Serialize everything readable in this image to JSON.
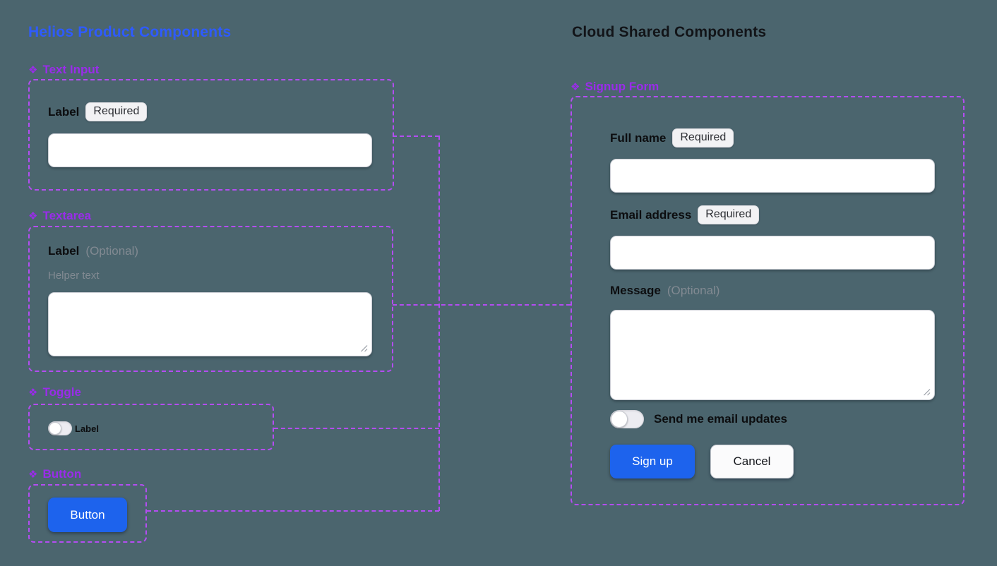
{
  "colors": {
    "page_bg": "#4b656e",
    "helios_title": "#2e5bff",
    "cloud_title": "#121418",
    "component_tag": "#9a2cea",
    "dashed_line": "#b44df2",
    "label_text": "#0c0d0f",
    "muted_text": "#828a92",
    "badge_bg": "#f2f2f4",
    "badge_text": "#2c2e33",
    "input_border": "#c9ccd3",
    "primary_button_bg": "#1d63ed"
  },
  "icons": {
    "component_diamond": "❖"
  },
  "helios": {
    "title": "Helios Product Components",
    "text_input": {
      "tag": "Text Input",
      "label": "Label",
      "badge": "Required",
      "value": ""
    },
    "textarea": {
      "tag": "Textarea",
      "label": "Label",
      "optional_suffix": "(Optional)",
      "helper": "Helper text",
      "value": ""
    },
    "toggle": {
      "tag": "Toggle",
      "label": "Label",
      "state": "off"
    },
    "button": {
      "tag": "Button",
      "label": "Button"
    }
  },
  "cloud": {
    "title": "Cloud Shared Components",
    "signup_form": {
      "tag": "Signup Form",
      "full_name": {
        "label": "Full name",
        "badge": "Required",
        "value": ""
      },
      "email": {
        "label": "Email address",
        "badge": "Required",
        "value": ""
      },
      "message": {
        "label": "Message",
        "optional_suffix": "(Optional)",
        "value": ""
      },
      "updates_toggle": {
        "label": "Send me email updates",
        "state": "off"
      },
      "submit_label": "Sign up",
      "cancel_label": "Cancel"
    }
  }
}
